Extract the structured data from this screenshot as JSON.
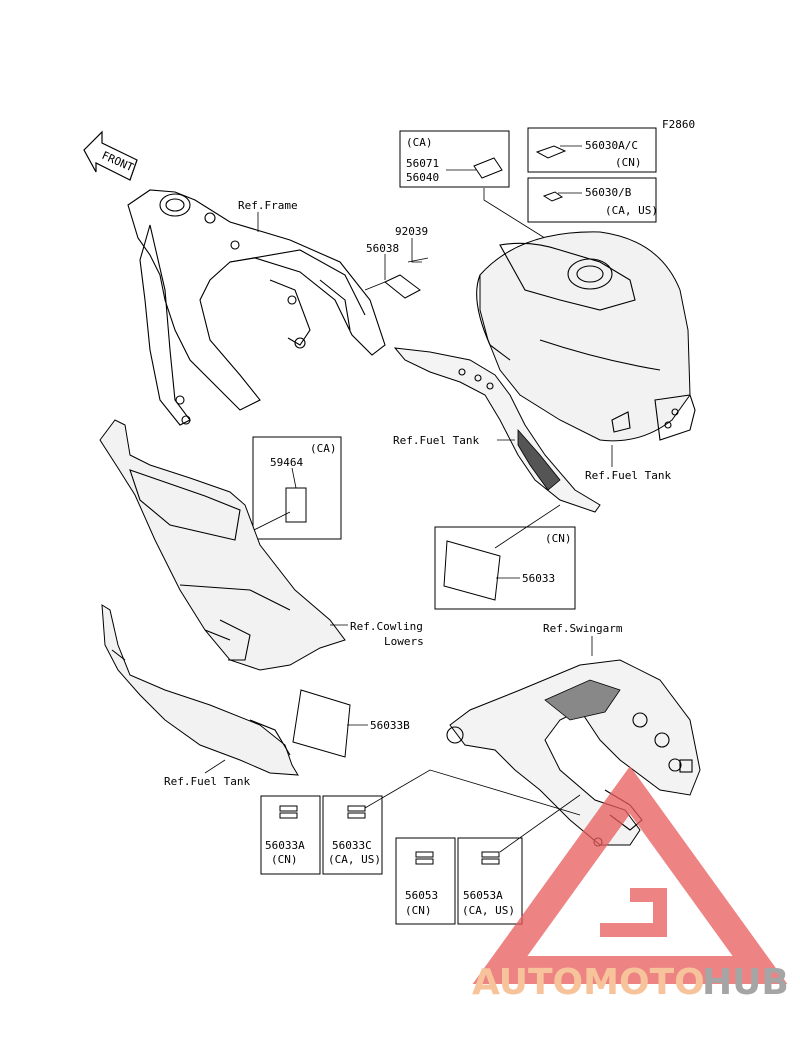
{
  "figure_id": "F2860",
  "front_label": "FRONT",
  "refs": {
    "frame": "Ref.Frame",
    "fuel_tank_center": "Ref.Fuel Tank",
    "fuel_tank_right": "Ref.Fuel Tank",
    "cowling_line1": "Ref.Cowling",
    "cowling_line2": "Lowers",
    "swingarm": "Ref.Swingarm",
    "fuel_tank_bottom": "Ref.Fuel Tank"
  },
  "parts": {
    "ca_box_region": "(CA)",
    "p56071": "56071",
    "p56040": "56040",
    "p56030ac": "56030A/C",
    "p56030ac_region": "(CN)",
    "p56030b": "56030/B",
    "p56030b_region": "(CA, US)",
    "p92039": "92039",
    "p56038": "56038",
    "p59464": "59464",
    "p59464_region": "(CA)",
    "p56033_region": "(CN)",
    "p56033": "56033",
    "p56033b": "56033B",
    "p56033a": "56033A",
    "p56033a_region": "(CN)",
    "p56033c": "56033C",
    "p56033c_region": "(CA, US)",
    "p56053": "56053",
    "p56053_region": "(CN)",
    "p56053a": "56053A",
    "p56053a_region": "(CA, US)"
  },
  "watermark": {
    "text_a": "AUTOMOTO",
    "text_b": "HUB",
    "color_a": "#f5b07a",
    "color_b": "#888888",
    "triangle_color": "#e85a5a"
  }
}
